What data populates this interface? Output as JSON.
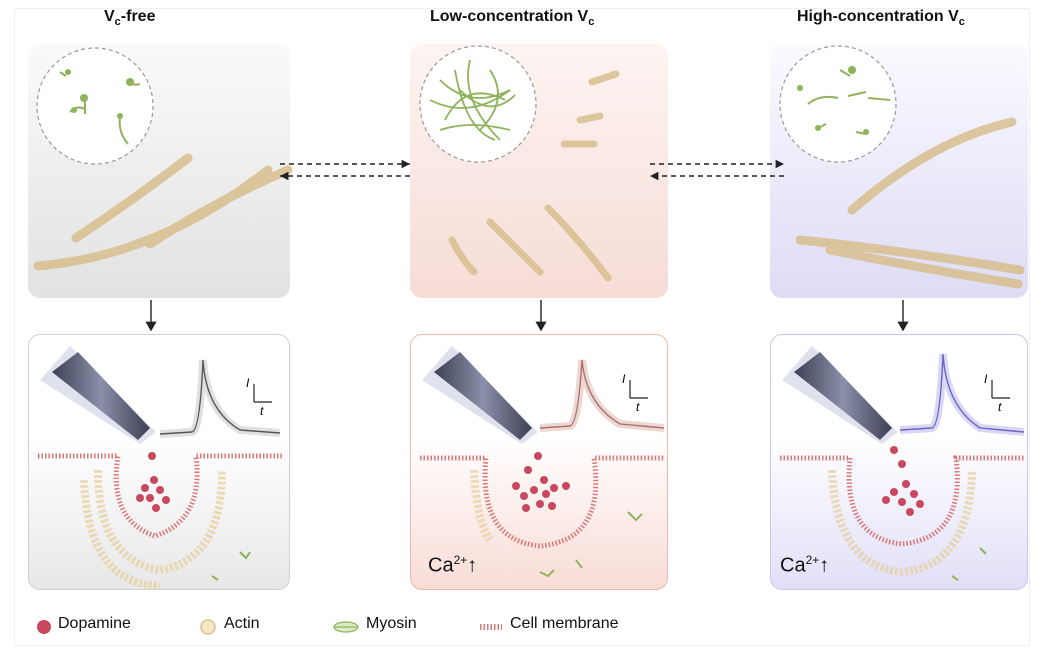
{
  "columns": [
    {
      "title_main": "V",
      "title_sub": "c",
      "title_rest": "-free",
      "ca_label": ""
    },
    {
      "title_main": "Low-concentration V",
      "title_sub": "c",
      "title_rest": "",
      "ca_label": "Ca"
    },
    {
      "title_main": "High-concentration V",
      "title_sub": "c",
      "title_rest": "",
      "ca_label": "Ca"
    }
  ],
  "ca": {
    "base": "Ca",
    "sup": "2+",
    "arrow": "↑"
  },
  "axis_labels": {
    "y": "I",
    "x": "t"
  },
  "legend": [
    {
      "label": "Dopamine",
      "icon": "dopamine-dot-icon"
    },
    {
      "label": "Actin",
      "icon": "actin-circle-icon"
    },
    {
      "label": "Myosin",
      "icon": "myosin-icon"
    },
    {
      "label": "Cell membrane",
      "icon": "membrane-icon"
    }
  ],
  "colors": {
    "dopamine": "#c9485f",
    "actin_fill": "#f7e6c4",
    "actin_stroke": "#d8bf8e",
    "myosin": "#8fb35a",
    "membrane": "#d97878",
    "trace_free": "#555555",
    "trace_low": "#b0706a",
    "trace_high": "#6a64c8",
    "panel_free": "#e6e6e6",
    "panel_low": "#fbe3df",
    "panel_high": "#e4e3f7"
  }
}
